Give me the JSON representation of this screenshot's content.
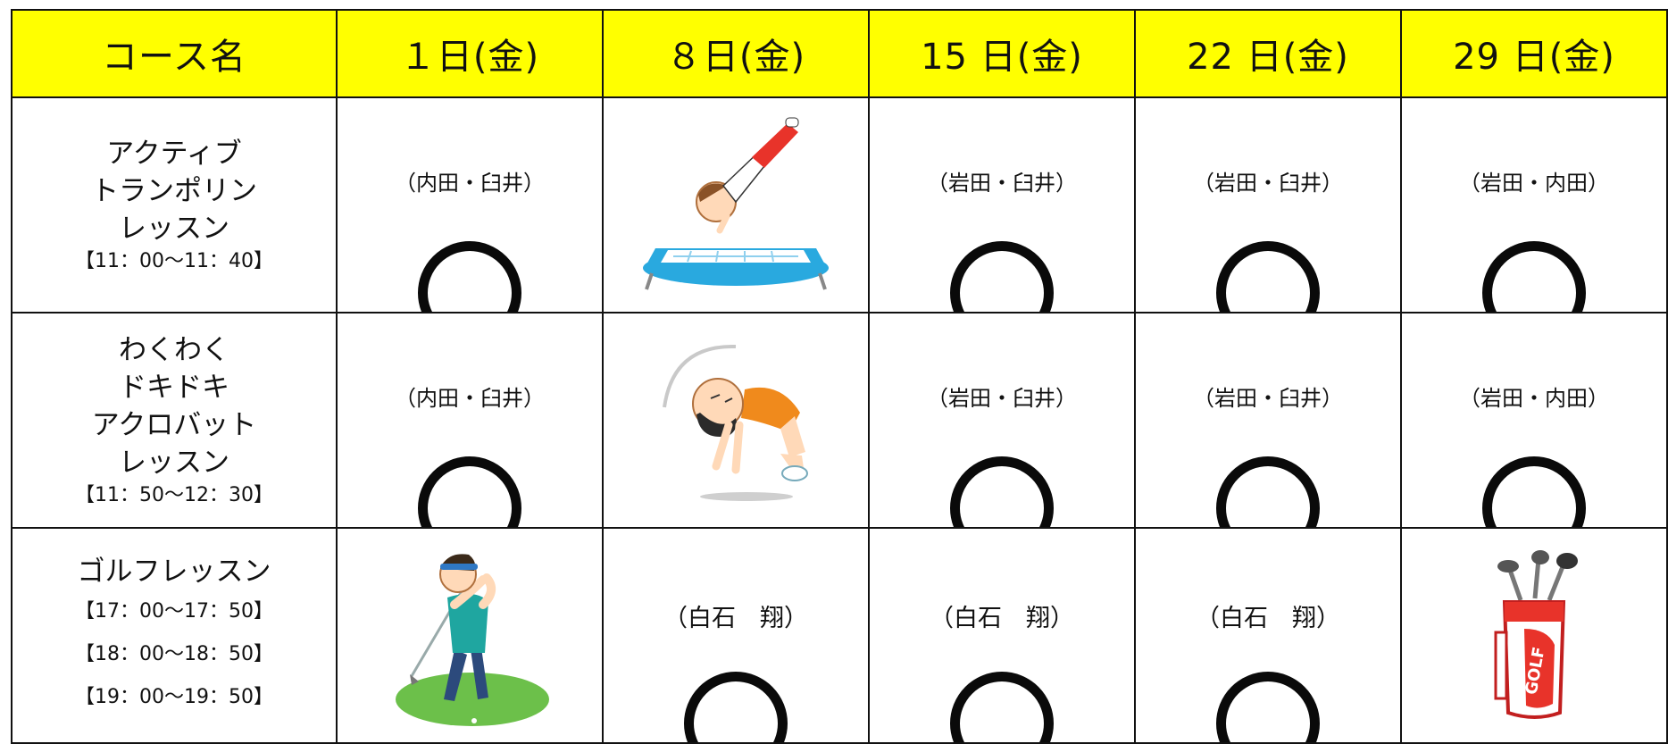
{
  "header": {
    "course_col": "コース名",
    "days": [
      "１日(金)",
      "８日(金)",
      "15 日(金)",
      "22 日(金)",
      "29 日(金)"
    ]
  },
  "rows": [
    {
      "lines": [
        "アクティブ",
        "トランポリン",
        "レッスン"
      ],
      "times": [
        "【11：00～11：40】"
      ],
      "cells": [
        {
          "mark": "circle",
          "staff": "（内田・臼井）"
        },
        {
          "mark": "trampoline-illustration-icon",
          "staff": ""
        },
        {
          "mark": "circle",
          "staff": "（岩田・臼井）"
        },
        {
          "mark": "circle",
          "staff": "（岩田・臼井）"
        },
        {
          "mark": "circle",
          "staff": "（岩田・内田）"
        }
      ]
    },
    {
      "lines": [
        "わくわく",
        "ドキドキ",
        "アクロバット",
        "レッスン"
      ],
      "times": [
        "【11：50～12：30】"
      ],
      "cells": [
        {
          "mark": "circle",
          "staff": "（内田・臼井）"
        },
        {
          "mark": "backflip-illustration-icon",
          "staff": ""
        },
        {
          "mark": "circle",
          "staff": "（岩田・臼井）"
        },
        {
          "mark": "circle",
          "staff": "（岩田・臼井）"
        },
        {
          "mark": "circle",
          "staff": "（岩田・内田）"
        }
      ]
    },
    {
      "lines": [
        "ゴルフレッスン"
      ],
      "times": [
        "【17：00～17：50】",
        "【18：00～18：50】",
        "【19：00～19：50】"
      ],
      "cells": [
        {
          "mark": "golfer-illustration-icon",
          "staff": ""
        },
        {
          "mark": "circle",
          "staff": "（白石　翔）"
        },
        {
          "mark": "circle",
          "staff": "（白石　翔）"
        },
        {
          "mark": "circle",
          "staff": "（白石　翔）"
        },
        {
          "mark": "golf-bag-illustration-icon",
          "staff": ""
        }
      ],
      "golf_bag_text": "GOLF"
    }
  ],
  "colors": {
    "header_bg": "#ffff00",
    "ring": "#0a0a0a",
    "trampoline": "#29a9df",
    "accent_red": "#e8332a",
    "grass": "#6cc04a"
  }
}
